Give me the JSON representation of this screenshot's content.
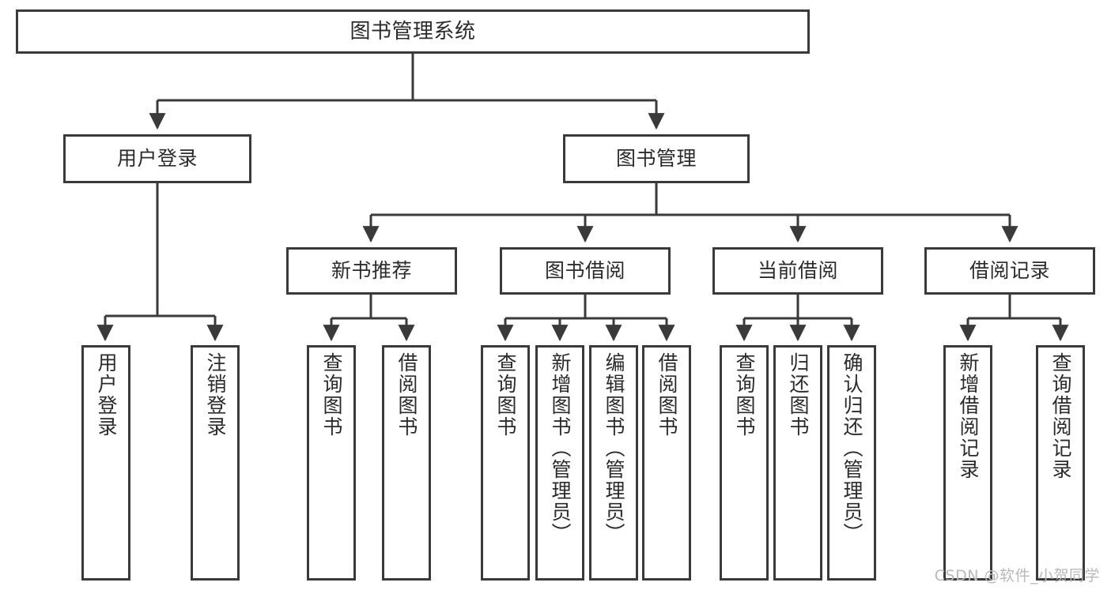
{
  "diagram": {
    "title": "图书管理系统",
    "type": "tree-hierarchy",
    "watermark": "CSDN @软件_小贺同学",
    "colors": {
      "stroke": "#3a3a3a",
      "fill": "#ffffff",
      "text": "#2b2b2b",
      "watermark": "#b9b9b9"
    },
    "nodes": {
      "root": {
        "label": "图书管理系统"
      },
      "level2": [
        {
          "id": "user-login",
          "label": "用户登录"
        },
        {
          "id": "book-manage",
          "label": "图书管理"
        }
      ],
      "level3": [
        {
          "id": "new-book-recommend",
          "label": "新书推荐"
        },
        {
          "id": "book-borrow",
          "label": "图书借阅"
        },
        {
          "id": "current-borrow",
          "label": "当前借阅"
        },
        {
          "id": "borrow-record",
          "label": "借阅记录"
        }
      ],
      "leaves": {
        "user-login": [
          {
            "id": "leaf-user-login",
            "label": "用户登录"
          },
          {
            "id": "leaf-user-logout",
            "label": "注销登录"
          }
        ],
        "new-book-recommend": [
          {
            "id": "leaf-query-book-1",
            "label": "查询图书"
          },
          {
            "id": "leaf-borrow-book-1",
            "label": "借阅图书"
          }
        ],
        "book-borrow": [
          {
            "id": "leaf-query-book-2",
            "label": "查询图书"
          },
          {
            "id": "leaf-add-book",
            "label": "新增图书（管理员）"
          },
          {
            "id": "leaf-edit-book",
            "label": "编辑图书（管理员）"
          },
          {
            "id": "leaf-borrow-book-2",
            "label": "借阅图书"
          }
        ],
        "current-borrow": [
          {
            "id": "leaf-query-book-3",
            "label": "查询图书"
          },
          {
            "id": "leaf-return-book",
            "label": "归还图书"
          },
          {
            "id": "leaf-confirm-return",
            "label": "确认归还（管理员）"
          }
        ],
        "borrow-record": [
          {
            "id": "leaf-add-record",
            "label": "新增借阅记录"
          },
          {
            "id": "leaf-query-record",
            "label": "查询借阅记录"
          }
        ]
      }
    }
  }
}
